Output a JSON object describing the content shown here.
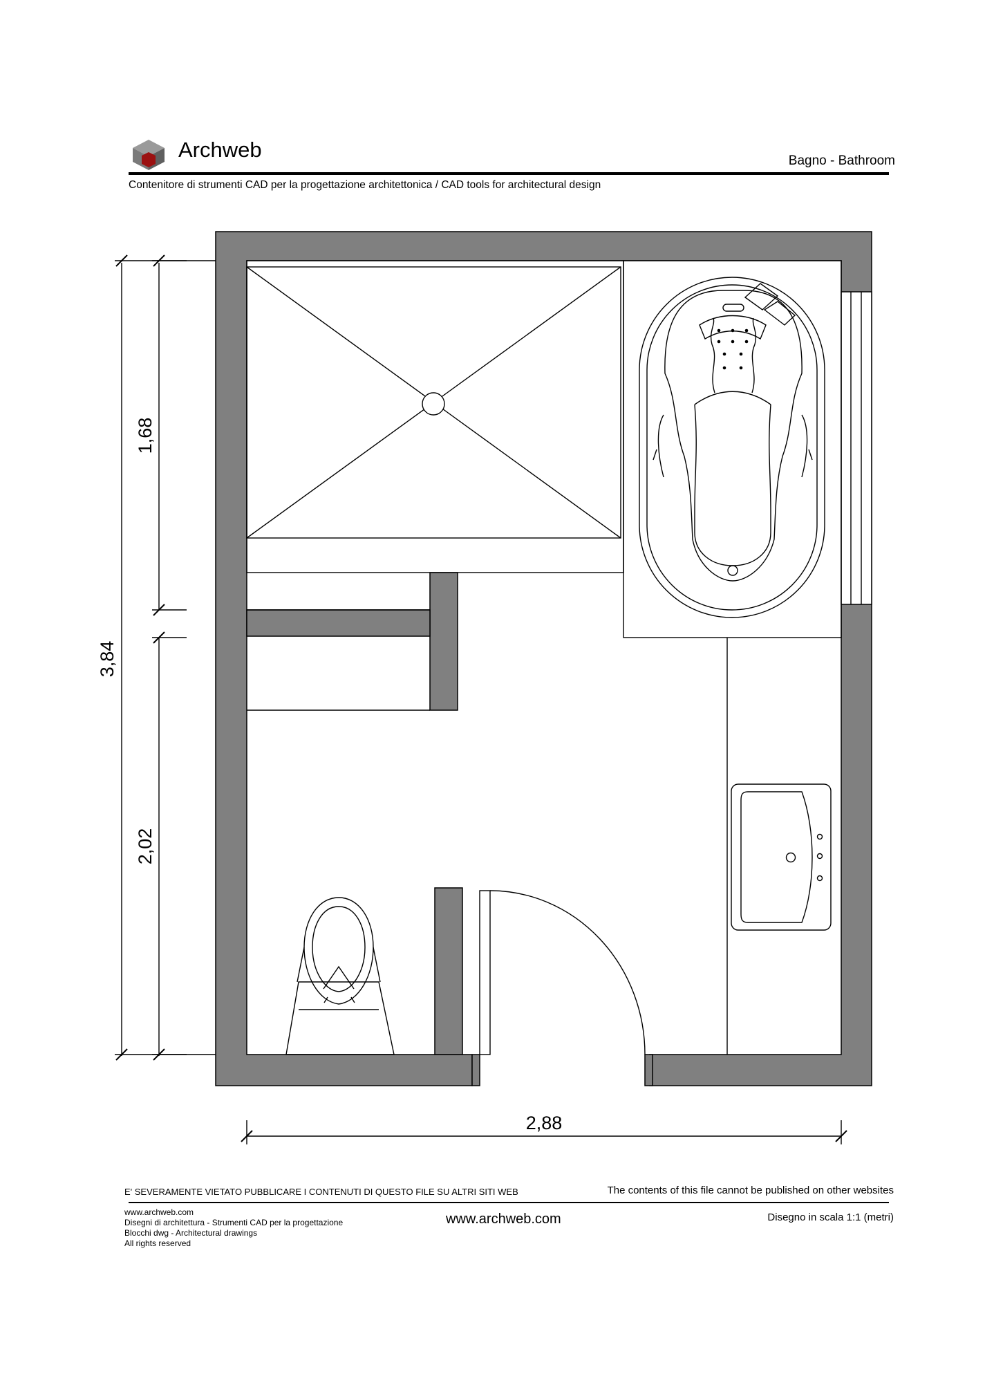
{
  "header": {
    "brand": "Archweb",
    "sheet_title": "Bagno  -  Bathroom",
    "subtitle": "Contenitore di strumenti CAD per la progettazione architettonica  /  CAD tools for architectural design"
  },
  "dimensions": {
    "total_height": "3,84",
    "upper_height": "1,68",
    "lower_height": "2,02",
    "width": "2,88"
  },
  "footer": {
    "warning_it": "E' SEVERAMENTE VIETATO PUBBLICARE I CONTENUTI DI QUESTO FILE SU ALTRI SITI WEB",
    "warning_en": "The contents of this file cannot be published on other websites",
    "lines": [
      "www.archweb.com",
      "Disegni di architettura - Strumenti CAD  per la progettazione",
      "Blocchi dwg - Architectural drawings",
      "All rights reserved"
    ],
    "site": "www.archweb.com",
    "scale": "Disegno in scala 1:1 (metri)"
  },
  "colors": {
    "wall": "#808080",
    "line": "#000000",
    "logo_top": "#9a9a9a",
    "logo_side": "#6f6f6f",
    "logo_accent": "#9b1010"
  },
  "icons": [
    "archweb-logo-icon"
  ]
}
